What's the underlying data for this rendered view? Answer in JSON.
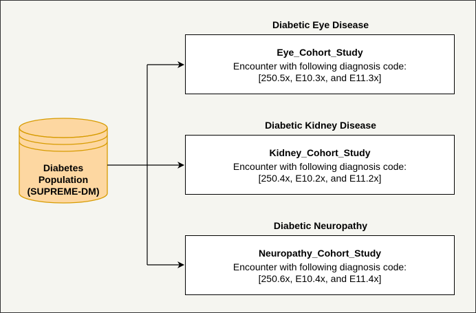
{
  "source": {
    "icon": "database-cylinder-icon",
    "lines": [
      "Diabetes",
      "Population",
      "(SUPREME-DM)"
    ],
    "fill": "#fdd7a1",
    "stroke": "#d79b00"
  },
  "groups": [
    {
      "title": "Diabetic Eye Disease",
      "study": "Eye_Cohort_Study",
      "description": "Encounter with following diagnosis code:",
      "codes": "[250.5x, E10.3x, and E11.3x]"
    },
    {
      "title": "Diabetic Kidney Disease",
      "study": "Kidney_Cohort_Study",
      "description": "Encounter with following diagnosis code:",
      "codes": "[250.4x, E10.2x, and E11.2x]"
    },
    {
      "title": "Diabetic Neuropathy",
      "study": "Neuropathy_Cohort_Study",
      "description": "Encounter with following diagnosis code:",
      "codes": "[250.6x, E10.4x, and E11.4x]"
    }
  ]
}
